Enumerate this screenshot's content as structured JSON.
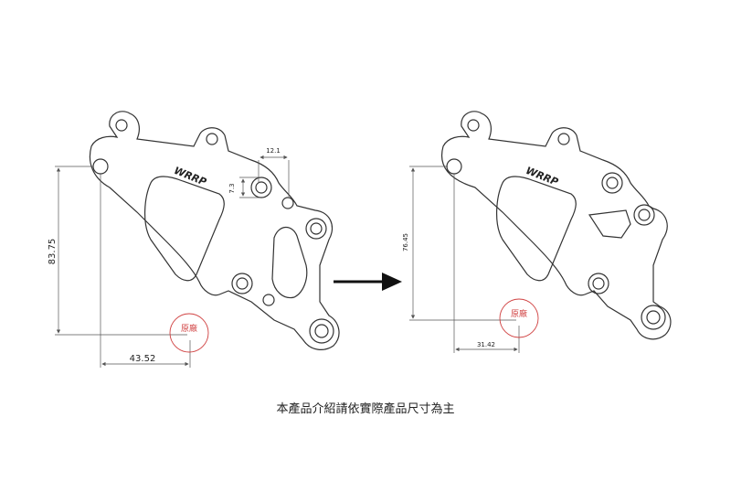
{
  "left_drawing": {
    "dim_vertical": "83.75",
    "dim_horizontal": "43.52",
    "dim_top_width": "12.1",
    "dim_small_vertical": "7.3",
    "logo_text": "WRRP",
    "stamp_label": "原廠"
  },
  "right_drawing": {
    "dim_vertical": "76.45",
    "dim_horizontal": "31.42",
    "logo_text": "WRRP",
    "stamp_label": "原廠"
  },
  "caption": "本產品介紹請依實際產品尺寸為主",
  "colors": {
    "line": "#333333",
    "dim": "#555555",
    "stamp": "#d04040",
    "arrow": "#111111"
  }
}
